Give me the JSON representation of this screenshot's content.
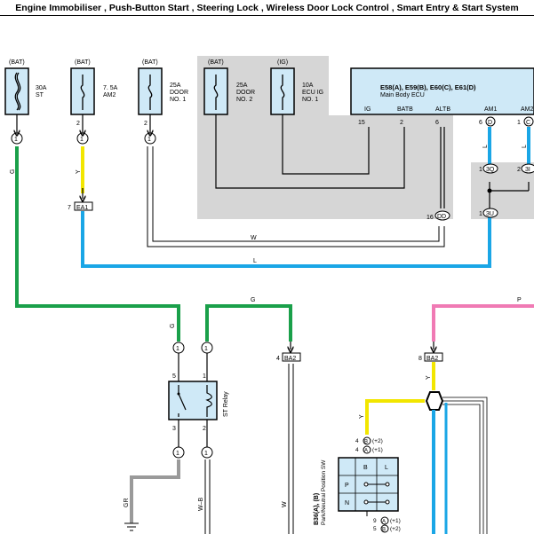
{
  "title": "Engine Immobiliser , Push-Button Start , Steering Lock , Wireless Door Lock Control , Smart Entry & Start System",
  "colors": {
    "yellow": "#f2e600",
    "green": "#1aa04a",
    "blue": "#1aa6e6",
    "pink": "#f07ab4",
    "gray": "#9a9a9a",
    "box_fill": "#cfe9f7",
    "shade": "#d6d6d6",
    "black": "#000000"
  },
  "fuses": [
    {
      "source": "(BAT)",
      "rating": "30A",
      "name": "ST",
      "type": "fusible-link"
    },
    {
      "source": "(BAT)",
      "rating": "7. 5A",
      "name": "AM2",
      "type": "fuse"
    },
    {
      "source": "(BAT)",
      "rating": "25A",
      "name": "DOOR\nNO. 1",
      "type": "fuse"
    },
    {
      "source": "(BAT)",
      "rating": "25A",
      "name": "DOOR\nNO. 2",
      "type": "fuse"
    },
    {
      "source": "(IG)",
      "rating": "10A",
      "name": "ECU IG\nNO. 1",
      "type": "fuse"
    }
  ],
  "ecu": {
    "connectors": "E58(A), E59(B), E60(C), E61(D)",
    "name": "Main Body ECU",
    "pins": [
      {
        "label": "IG",
        "num": "15"
      },
      {
        "label": "BATB",
        "num": "2"
      },
      {
        "label": "ALTB",
        "num": "6"
      },
      {
        "label": "AM1",
        "num": "6",
        "conn": "D"
      },
      {
        "label": "AM2",
        "num": "1",
        "conn": "C"
      }
    ]
  },
  "connectors": {
    "fuse_pins": [
      "1",
      "2",
      "2"
    ],
    "ea1": {
      "pin": "7",
      "name": "EA1"
    },
    "dd": {
      "pin": "16",
      "name": "DD"
    },
    "j3q": {
      "pin": "1",
      "name": "3Q"
    },
    "j3i": {
      "pin": "2",
      "name": "3I"
    },
    "j3u": {
      "pin": "1",
      "name": "3U"
    },
    "j1": "1",
    "ba2_left": {
      "pin": "4",
      "name": "BA2"
    },
    "ba2_right": {
      "pin": "8",
      "name": "BA2"
    }
  },
  "wire_labels": {
    "G": "G",
    "Y": "Y",
    "W": "W",
    "L": "L",
    "P": "P",
    "GR": "GR",
    "WB": "W–B"
  },
  "relay": {
    "name": "ST Relay",
    "pins": [
      "5",
      "1",
      "3",
      "2"
    ]
  },
  "pnp_switch": {
    "connectors": "B36(A), (B)",
    "name": "Park/Neutral Position SW",
    "columns": [
      "B",
      "L"
    ],
    "rows": [
      "P",
      "N"
    ],
    "top_pins": [
      {
        "num": "4",
        "conn": "B",
        "sig": "(+2)"
      },
      {
        "num": "4",
        "conn": "A",
        "sig": "(+1)"
      }
    ],
    "bottom_pins": [
      {
        "num": "9",
        "conn": "A",
        "sig": "(+1)"
      },
      {
        "num": "5",
        "conn": "B",
        "sig": "(+2)"
      }
    ]
  }
}
